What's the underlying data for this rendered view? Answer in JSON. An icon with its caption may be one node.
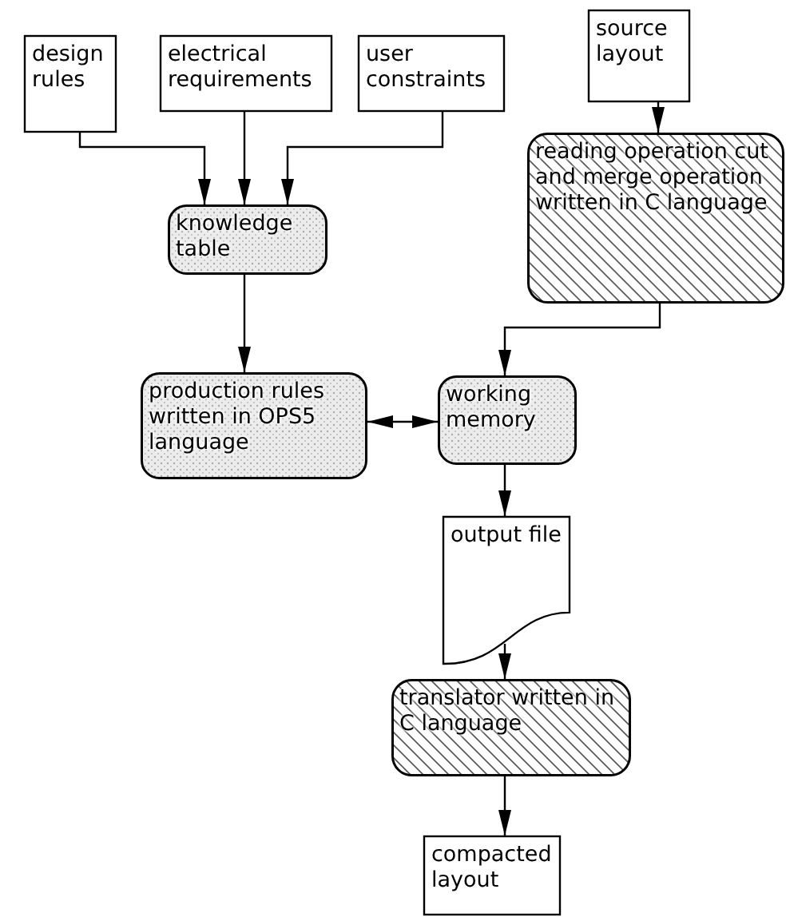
{
  "diagram": {
    "nodes": [
      {
        "text": [
          "design rules"
        ]
      },
      {
        "text": [
          "electrical requirements"
        ]
      },
      {
        "text": [
          "user constraints"
        ]
      },
      {
        "text": [
          "source layout"
        ]
      },
      {
        "text": [
          "knowledge table"
        ]
      },
      {
        "text": [
          "reading operation cut and merge operation written in C language"
        ]
      },
      {
        "text": [
          "production rules written in OPS5 language"
        ]
      },
      {
        "text": [
          "working memory"
        ]
      },
      {
        "text": [
          "output file"
        ]
      },
      {
        "text": [
          "translator written in C language"
        ]
      },
      {
        "text": [
          "compacted layout"
        ]
      }
    ],
    "edges": [
      {
        "from": 0,
        "to": 4,
        "arrow": "to"
      },
      {
        "from": 1,
        "to": 4,
        "arrow": "to"
      },
      {
        "from": 2,
        "to": 4,
        "arrow": "to"
      },
      {
        "from": 3,
        "to": 5,
        "arrow": "to"
      },
      {
        "from": 4,
        "to": 6,
        "arrow": "to"
      },
      {
        "from": 5,
        "to": 7,
        "arrow": "to"
      },
      {
        "from": 6,
        "to": 7,
        "arrow": "both"
      },
      {
        "from": 7,
        "to": 8,
        "arrow": "to"
      },
      {
        "from": 8,
        "to": 9,
        "arrow": "to"
      },
      {
        "from": 9,
        "to": 10,
        "arrow": "to"
      }
    ]
  }
}
